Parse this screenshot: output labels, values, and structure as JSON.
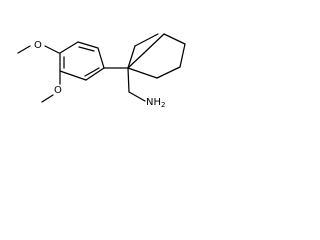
{
  "molecule": {
    "atoms": {
      "o_upper": "O",
      "o_lower": "O",
      "amine": "NH",
      "amine_sub": "2"
    },
    "colors": {
      "bond": "#000000",
      "text": "#000000",
      "background": "#ffffff"
    }
  }
}
